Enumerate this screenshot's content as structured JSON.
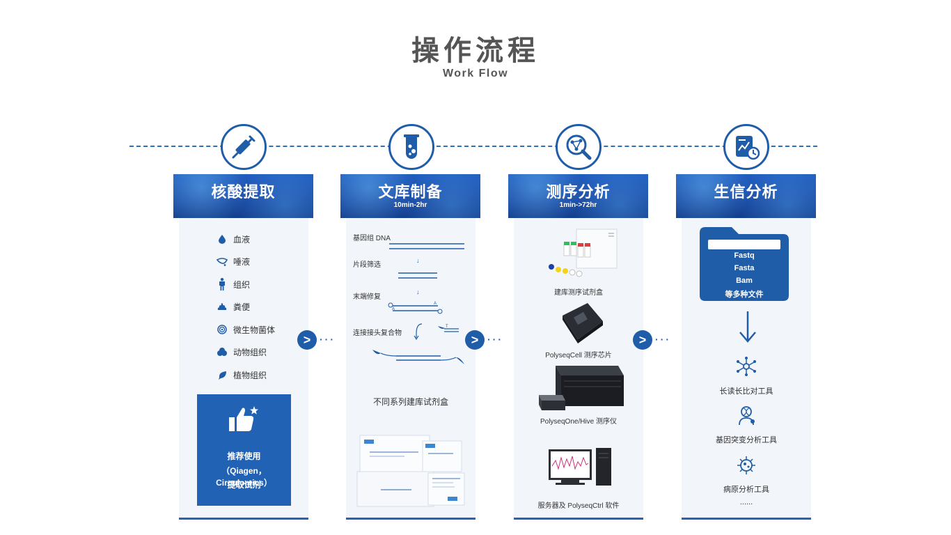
{
  "header": {
    "title": "操作流程",
    "subtitle": "Work Flow"
  },
  "colors": {
    "primary": "#1f5da8",
    "panel_bg": "#f2f5fa",
    "recommend_bg": "#2162b4"
  },
  "steps": [
    {
      "title": "核酸提取",
      "subtitle": "",
      "icon": "syringe-icon",
      "samples": [
        {
          "label": "血液",
          "icon": "blood-drop-icon"
        },
        {
          "label": "唾液",
          "icon": "saliva-icon"
        },
        {
          "label": "组织",
          "icon": "human-body-icon"
        },
        {
          "label": "粪便",
          "icon": "stool-icon"
        },
        {
          "label": "微生物菌体",
          "icon": "microbe-icon"
        },
        {
          "label": "动物组织",
          "icon": "animal-tissue-icon"
        },
        {
          "label": "植物组织",
          "icon": "leaf-icon"
        }
      ],
      "recommend": {
        "line1": "推荐使用",
        "line2": "（Qiagen，Circulomics）",
        "line3": "提取试剂",
        "icon": "thumbs-up-icon"
      }
    },
    {
      "title": "文库制备",
      "subtitle": "10min-2hr",
      "icon": "test-tube-icon",
      "stages": [
        "基因组 DNA",
        "片段筛选",
        "末端修复",
        "连接接头复合物"
      ],
      "caption": "不同系列建库试剂盒",
      "annotations": {
        "a": "A",
        "t": "T"
      }
    },
    {
      "title": "测序分析",
      "subtitle": "1min->72hr",
      "icon": "magnifier-network-icon",
      "items": [
        "建库测序试剂盒",
        "PolyseqCell 测序芯片",
        "PolyseqOne/Hive 测序仪",
        "服务器及 PolyseqCtrl 软件"
      ]
    },
    {
      "title": "生信分析",
      "subtitle": "",
      "icon": "report-chart-icon",
      "file_types": [
        "Fastq",
        "Fasta",
        "Bam",
        "等多种文件"
      ],
      "tools": [
        {
          "label": "长读长比对工具",
          "icon": "network-nodes-icon"
        },
        {
          "label": "基因突变分析工具",
          "icon": "gene-mutation-icon"
        },
        {
          "label": "病原分析工具",
          "icon": "pathogen-icon"
        }
      ],
      "more": "......"
    }
  ]
}
